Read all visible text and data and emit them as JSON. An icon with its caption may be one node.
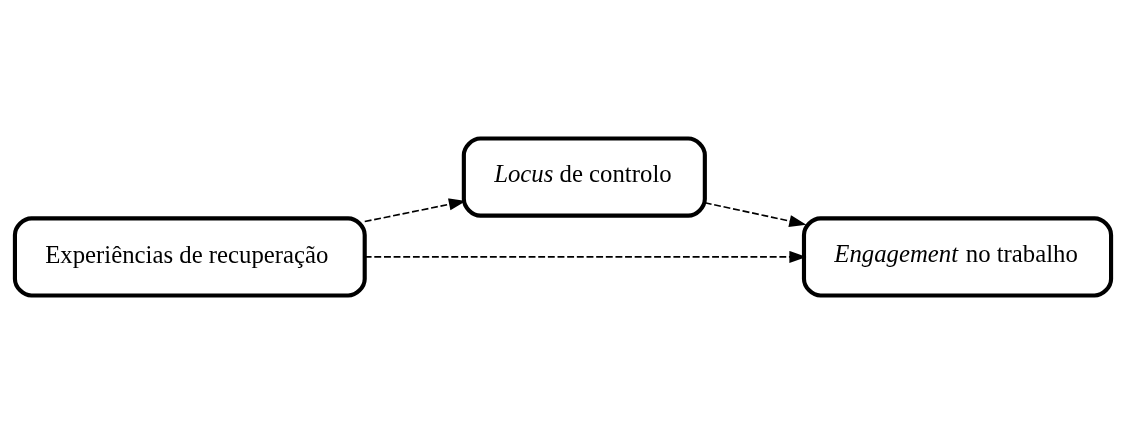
{
  "diagram": {
    "nodes": [
      {
        "text": [
          "Experiências de recuperação"
        ]
      },
      {
        "text": [
          "*Locus* de controlo"
        ]
      },
      {
        "text": [
          "*Engagement* no trabalho"
        ]
      }
    ],
    "edges": [
      {
        "from": 0,
        "to": 1,
        "arrow": "to",
        "style": "dashed"
      },
      {
        "from": 1,
        "to": 2,
        "arrow": "to",
        "style": "dashed"
      },
      {
        "from": 0,
        "to": 2,
        "arrow": "to",
        "style": "dashed"
      }
    ]
  }
}
